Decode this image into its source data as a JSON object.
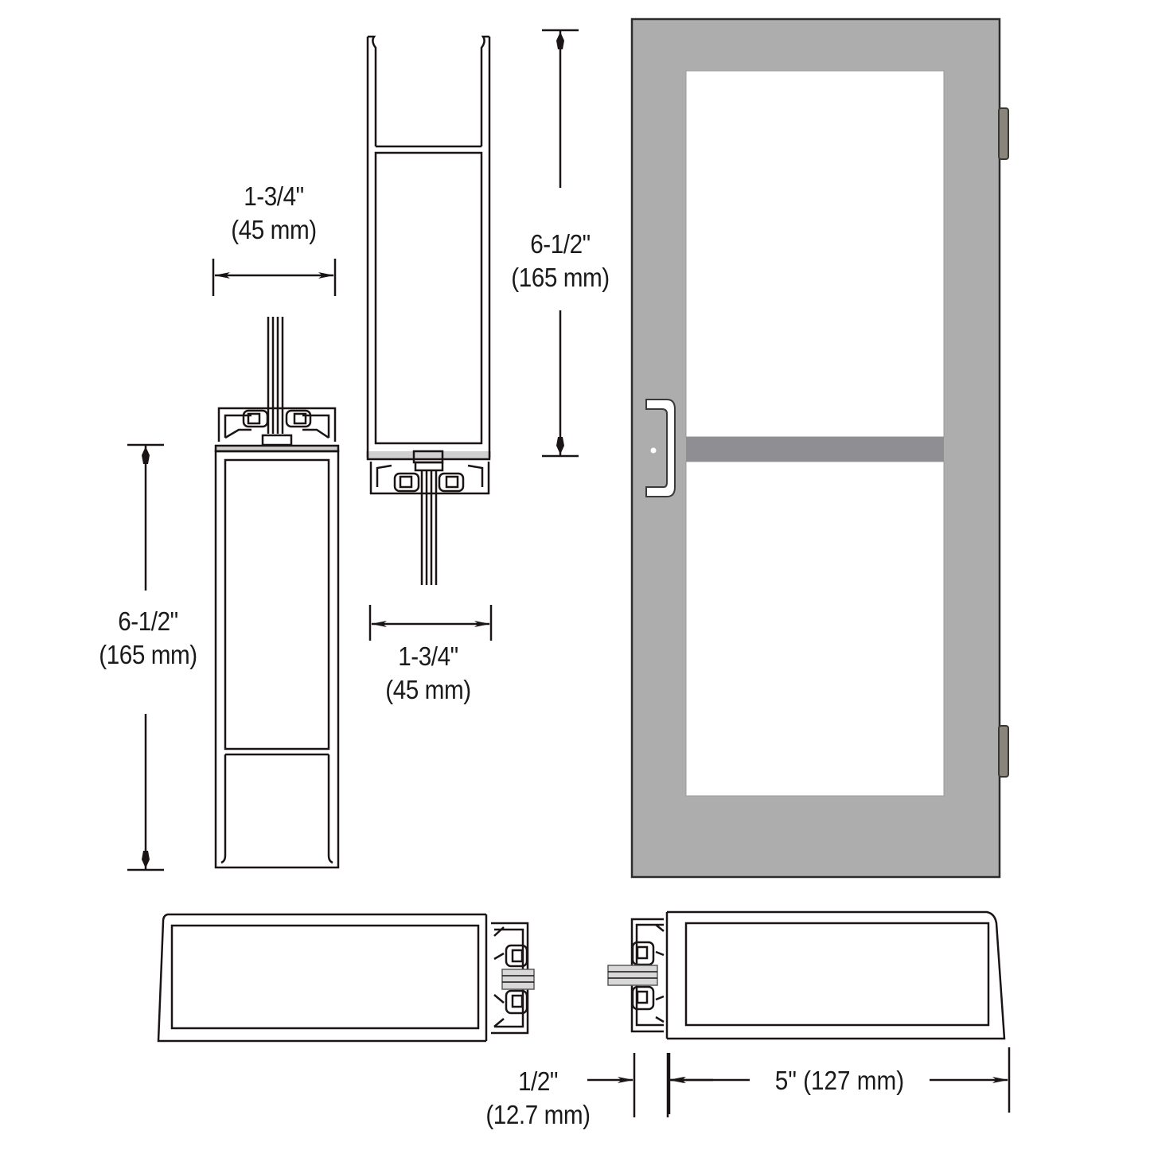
{
  "diagram": {
    "subject": "Aluminum door with stile/rail profile sections",
    "colors": {
      "background": "#ffffff",
      "line": "#1a1414",
      "door_frame": "#adadad",
      "door_frame_edge": "#2b2b2b",
      "mid_rail": "#8f8e92",
      "glass": "#ffffff",
      "hinge": "#6e6a62",
      "handle": "#ffffff"
    },
    "dimensions": {
      "top_rail_width": {
        "imperial": "1-3/4\"",
        "metric": "(45 mm)"
      },
      "top_rail_height": {
        "imperial": "6-1/2\"",
        "metric": "(165 mm)"
      },
      "bottom_rail_height": {
        "imperial": "6-1/2\"",
        "metric": "(165 mm)"
      },
      "bottom_rail_width": {
        "imperial": "1-3/4\"",
        "metric": "(45 mm)"
      },
      "gap": {
        "imperial": "1/2\"",
        "metric": "(12.7 mm)"
      },
      "stile_width": {
        "label": "5\" (127 mm)"
      }
    },
    "parts": {
      "left_section": "rail-profile-with-glazing-top",
      "middle_section": "rail-profile-with-glazing-bottom",
      "door_elevation": "full-door-elevation",
      "bottom_left_plan": "stile-plan-section-left",
      "bottom_right_plan": "stile-plan-section-right"
    }
  }
}
